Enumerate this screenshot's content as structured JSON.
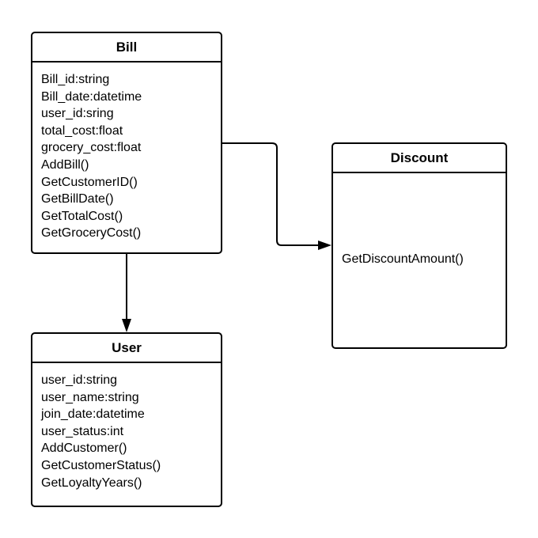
{
  "classes": {
    "bill": {
      "title": "Bill",
      "members": [
        "Bill_id:string",
        "Bill_date:datetime",
        "user_id:sring",
        "total_cost:float",
        "grocery_cost:float",
        "AddBill()",
        "GetCustomerID()",
        "GetBillDate()",
        "GetTotalCost()",
        "GetGroceryCost()"
      ]
    },
    "user": {
      "title": "User",
      "members": [
        "user_id:string",
        "user_name:string",
        "join_date:datetime",
        "user_status:int",
        "AddCustomer()",
        "GetCustomerStatus()",
        "GetLoyaltyYears()"
      ]
    },
    "discount": {
      "title": "Discount",
      "members": [
        "GetDiscountAmount()"
      ]
    }
  },
  "colors": {
    "stroke": "#000000",
    "background": "#ffffff"
  }
}
